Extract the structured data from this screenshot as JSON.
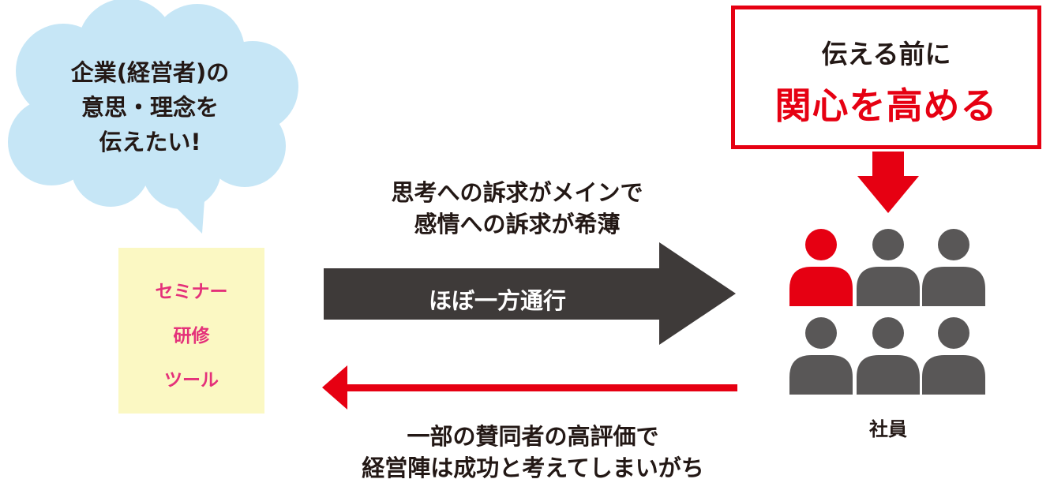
{
  "cloud": {
    "lines": [
      "企業(経営者)の",
      "意思・理念を",
      "伝えたい!"
    ]
  },
  "note": {
    "items": [
      "セミナー",
      "研修",
      "ツール"
    ]
  },
  "forward": {
    "caption_lines": [
      "思考への訴求がメインで",
      "感情への訴求が希薄"
    ],
    "arrow_label": "ほぼ一方通行"
  },
  "backward": {
    "caption_lines": [
      "一部の賛同者の高評価で",
      "経営陣は成功と考えてしまいがち"
    ]
  },
  "red_box": {
    "line1": "伝える前に",
    "line2": "関心を高める"
  },
  "employees": {
    "label": "社員"
  },
  "colors": {
    "accent_red": "#e60012",
    "pink_text": "#e4317a",
    "dark_arrow": "#3e3a39",
    "person_gray": "#595757",
    "cloud_blue": "#c6e6f6",
    "note_yellow": "#fbf8c3"
  }
}
